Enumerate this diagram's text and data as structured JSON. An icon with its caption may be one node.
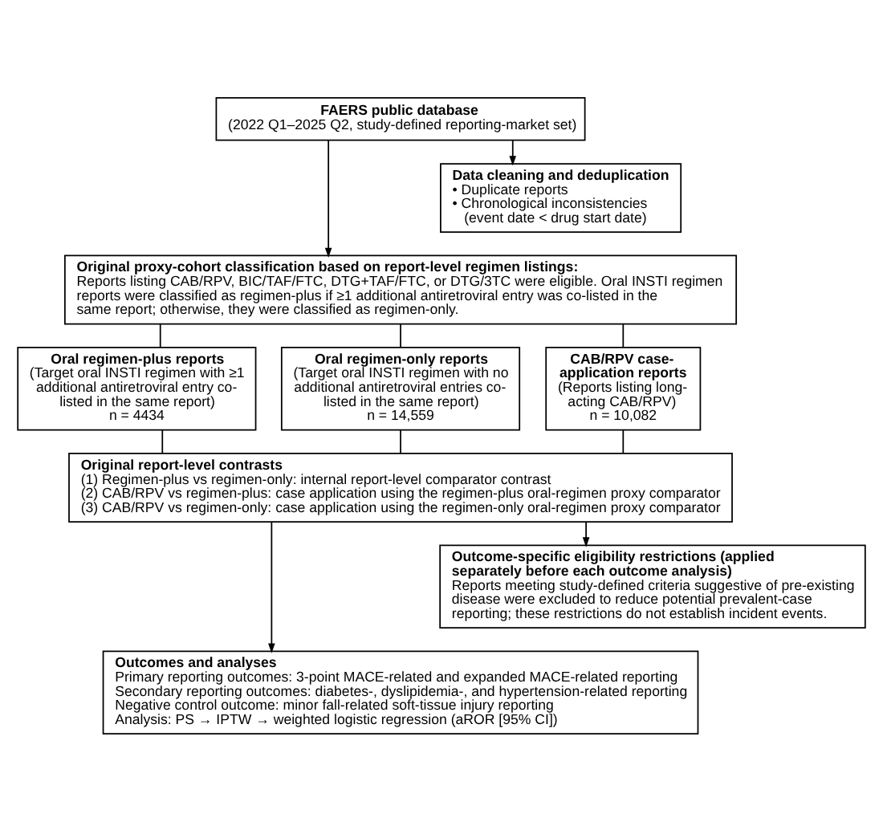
{
  "diagram": {
    "nodes": [
      {
        "text": [
          "FAERS public database",
          "(2022 Q1–2025 Q2, study-defined reporting-market set)"
        ]
      },
      {
        "text": [
          "Data cleaning and deduplication",
          "• Duplicate reports",
          "• Chronological inconsistencies (event date < drug start date)"
        ]
      },
      {
        "text": [
          "Original proxy-cohort classification based on report-level regimen listings:",
          "Reports listing CAB/RPV, BIC/TAF/FTC, DTG+TAF/FTC, or DTG/3TC were eligible. Oral INSTI regimen reports were classified as regimen-plus if ≥1 additional antiretroviral entry was co-listed in the same report; otherwise, they were classified as regimen-only."
        ]
      },
      {
        "text": [
          "Oral regimen-plus reports",
          "(Target oral INSTI regimen with ≥1 additional antiretroviral entry co-listed in the same report)",
          "n = 4434"
        ]
      },
      {
        "text": [
          "Oral regimen-only reports",
          "(Target oral INSTI regimen with no additional antiretroviral entries co-listed in the same report)",
          "n = 14,559"
        ]
      },
      {
        "text": [
          "CAB/RPV case-application reports",
          "(Reports listing long-acting CAB/RPV)",
          "n = 10,082"
        ]
      },
      {
        "text": [
          "Original report-level contrasts",
          "(1) Regimen-plus vs regimen-only: internal report-level comparator contrast",
          "(2) CAB/RPV vs regimen-plus: case application using the regimen-plus oral-regimen proxy comparator",
          "(3) CAB/RPV vs regimen-only: case application using the regimen-only oral-regimen proxy comparator"
        ]
      },
      {
        "text": [
          "Outcome-specific eligibility restrictions (applied separately before each outcome analysis)",
          "Reports meeting study-defined criteria suggestive of pre-existing disease were excluded to reduce potential prevalent-case reporting; these restrictions do not establish incident events."
        ]
      },
      {
        "text": [
          "Outcomes and analyses",
          "Primary reporting outcomes: 3-point MACE-related and expanded MACE-related reporting",
          "Secondary reporting outcomes: diabetes-, dyslipidemia-, and hypertension-related reporting",
          "Negative control outcome: minor fall-related soft-tissue injury reporting",
          "Analysis: PS → IPTW → weighted logistic regression (aROR [95% CI])"
        ]
      }
    ],
    "edges": [
      {
        "from": 0,
        "to": 2,
        "arrow": "to"
      },
      {
        "from": 0,
        "to": 1,
        "arrow": "to"
      },
      {
        "from": 2,
        "to": 3,
        "arrow": "none"
      },
      {
        "from": 2,
        "to": 4,
        "arrow": "none"
      },
      {
        "from": 2,
        "to": 5,
        "arrow": "none"
      },
      {
        "from": 3,
        "to": 6,
        "arrow": "none"
      },
      {
        "from": 4,
        "to": 6,
        "arrow": "none"
      },
      {
        "from": 5,
        "to": 6,
        "arrow": "none"
      },
      {
        "from": 6,
        "to": 8,
        "arrow": "to"
      },
      {
        "from": 6,
        "to": 7,
        "arrow": "to"
      }
    ]
  }
}
